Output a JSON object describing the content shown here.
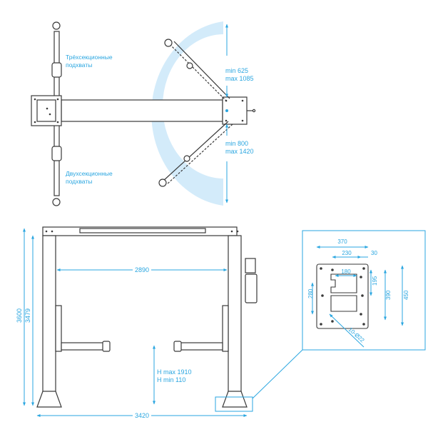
{
  "colors": {
    "accent": "#2aa6e0",
    "zone": "#d3ebfa",
    "ink": "#3a3a3a"
  },
  "top_view": {
    "arm_label_top": [
      "Трёхсекционные",
      "подхваты"
    ],
    "arm_label_bottom": [
      "Двухсекционные",
      "подхваты"
    ],
    "dim_upper": [
      "min 625",
      "max 1085"
    ],
    "dim_lower": [
      "min 800",
      "max 1420"
    ]
  },
  "front_view": {
    "height_total": "3600",
    "height_inner": "3479",
    "inner_width": "2890",
    "overall_width": "3420",
    "lift_height": [
      "H max 1910",
      "H min 110"
    ]
  },
  "base_plate": {
    "w370": "370",
    "w230": "230",
    "w30": "30",
    "w180": "180",
    "h195": "195",
    "h390": "390",
    "h450": "450",
    "h280": "280",
    "holes": "10-Ø22"
  }
}
